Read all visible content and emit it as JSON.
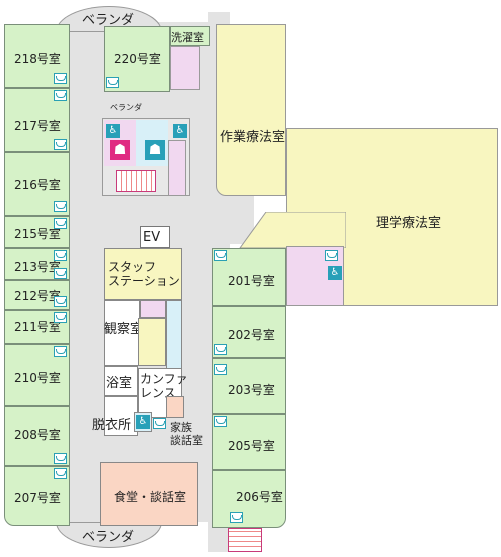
{
  "veranda_top": "ベランダ",
  "veranda_bottom": "ベランダ",
  "veranda_small": "ベランダ",
  "ev": "EV",
  "rooms_left": [
    "218号室",
    "217号室",
    "216号室",
    "215号室",
    "213号室",
    "212号室",
    "211号室",
    "210号室",
    "208号室",
    "207号室"
  ],
  "rooms_right": [
    "201号室",
    "202号室",
    "203号室",
    "205号室",
    "206号室"
  ],
  "room_220": "220号室",
  "laundry": "洗濯室",
  "ot": "作業療法室",
  "pt": "理学療法室",
  "staff": "スタッフ\nステーション",
  "observation": "観察室",
  "bath": "浴室",
  "conference": "カンファ\nレンス",
  "dressing": "脱衣所",
  "family": "家族\n談話室",
  "dining": "食堂・談話室",
  "colors": {
    "room": "#d6f2c8",
    "corridor": "#e3e3e3",
    "rehab": "#f8f6c0",
    "pink": "#f1d8f0",
    "peach": "#fad6c4",
    "accessible": "#28a0b8",
    "wc_men": "#e02a82"
  },
  "icons": [
    "wheelchair-icon",
    "bath-icon",
    "wc-men-icon",
    "wc-women-icon"
  ]
}
